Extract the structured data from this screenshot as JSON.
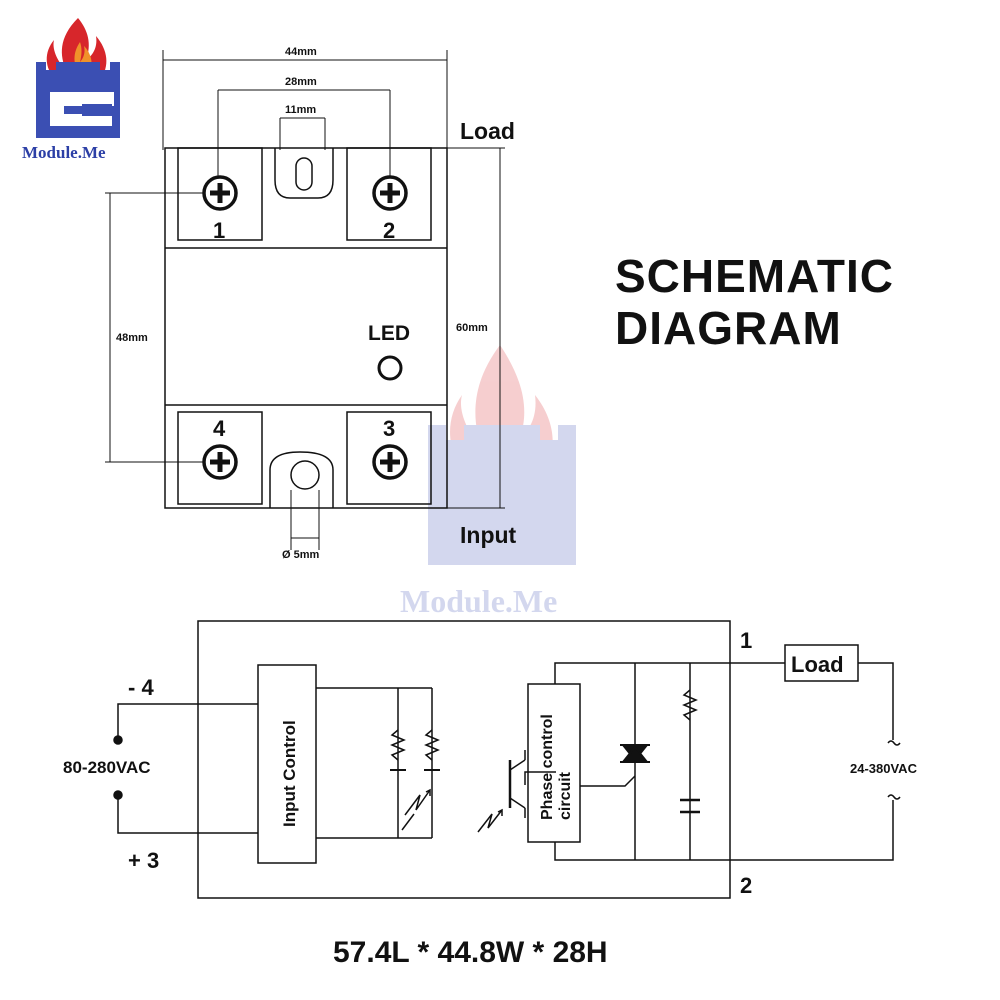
{
  "brand": {
    "logo_text": "Module.Me",
    "watermark_text": "Module.Me",
    "colors": {
      "blue": "#3b4fb3",
      "red": "#d7262b",
      "orange": "#f0922a"
    }
  },
  "title": {
    "line1": "SCHEMATIC",
    "line2": "DIAGRAM"
  },
  "relay": {
    "dimensions": {
      "overall_width": "44mm",
      "terminal_spacing": "28mm",
      "slot_width": "11mm",
      "mount_spacing": "48mm",
      "overall_height": "60mm",
      "hole_diameter": "Ø 5mm"
    },
    "terminals": [
      "1",
      "2",
      "4",
      "3"
    ],
    "led_label": "LED",
    "load_label": "Load",
    "input_label": "Input"
  },
  "schematic": {
    "input_minus": "- 4",
    "input_plus": "+ 3",
    "input_voltage": "80-280VAC",
    "input_control_label": "Input Control",
    "phase_control_line1": "Phase control",
    "phase_control_line2": "circuit",
    "terminal_1": "1",
    "terminal_2": "2",
    "load_box": "Load",
    "load_voltage": "24-380VAC"
  },
  "footer": {
    "size_text": "57.4L * 44.8W * 28H"
  }
}
